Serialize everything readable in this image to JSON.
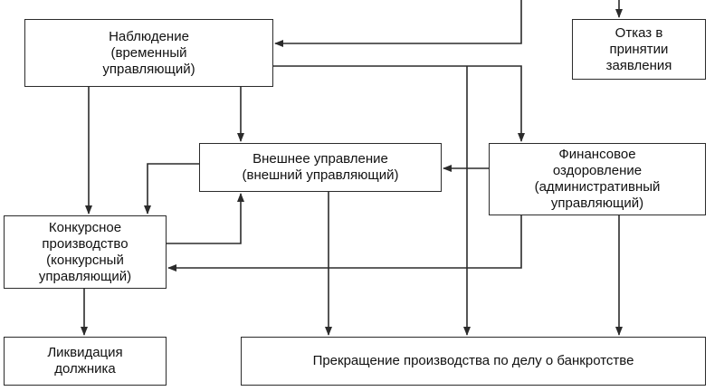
{
  "diagram": {
    "boxes": {
      "observation": "Наблюдение\n(временный\nуправляющий)",
      "refusal": "Отказ в\nпринятии\nзаявления",
      "external_management": "Внешнее управление\n(внешний управляющий)",
      "financial_recovery": "Финансовое\nоздоровление\n(административный\nуправляющий)",
      "bankruptcy_proceedings": "Конкурсное\nпроизводство\n(конкурсный\nуправляющий)",
      "liquidation": "Ликвидация\nдолжника",
      "termination": "Прекращение производства по делу о банкротстве"
    },
    "colors": {
      "line": "#2b2b2b",
      "background": "#ffffff",
      "text": "#111111"
    }
  }
}
